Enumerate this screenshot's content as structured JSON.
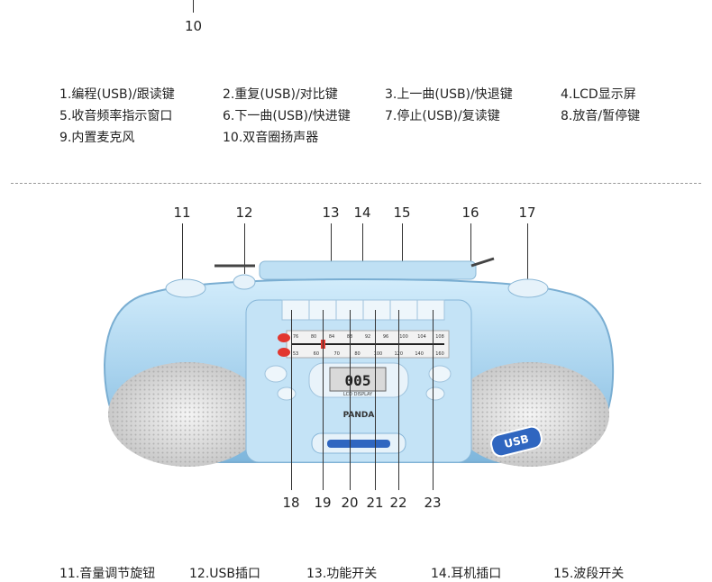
{
  "top_callout": "10",
  "legend_top": [
    "1.编程(USB)/跟读键",
    "2.重复(USB)/对比键",
    "3.上一曲(USB)/快退键",
    "4.LCD显示屏",
    "5.收音频率指示窗口",
    "6.下一曲(USB)/快进键",
    "7.停止(USB)/复读键",
    "8.放音/暂停键",
    "9.内置麦克风",
    "10.双音圈扬声器"
  ],
  "callouts_top": [
    "11",
    "12",
    "13",
    "14",
    "15",
    "16",
    "17"
  ],
  "callouts_bottom": [
    "18",
    "19",
    "20",
    "21",
    "22",
    "23"
  ],
  "device": {
    "brand": "PANDA",
    "lcd_text": "005",
    "lcd_label": "LCD DISPLAY",
    "usb_badge": "USB",
    "tuner_top": [
      "76",
      "80",
      "84",
      "88",
      "92",
      "96",
      "100",
      "104",
      "108"
    ],
    "tuner_bottom": [
      "53",
      "60",
      "70",
      "80",
      "100",
      "120",
      "140",
      "160"
    ]
  },
  "legend_bottom": [
    "11.音量调节旋钮",
    "12.USB插口",
    "13.功能开关",
    "14.耳机插口",
    "15.波段开关"
  ],
  "colors": {
    "body_blue": "#a9d3ee",
    "accent_red": "#e2372f"
  }
}
